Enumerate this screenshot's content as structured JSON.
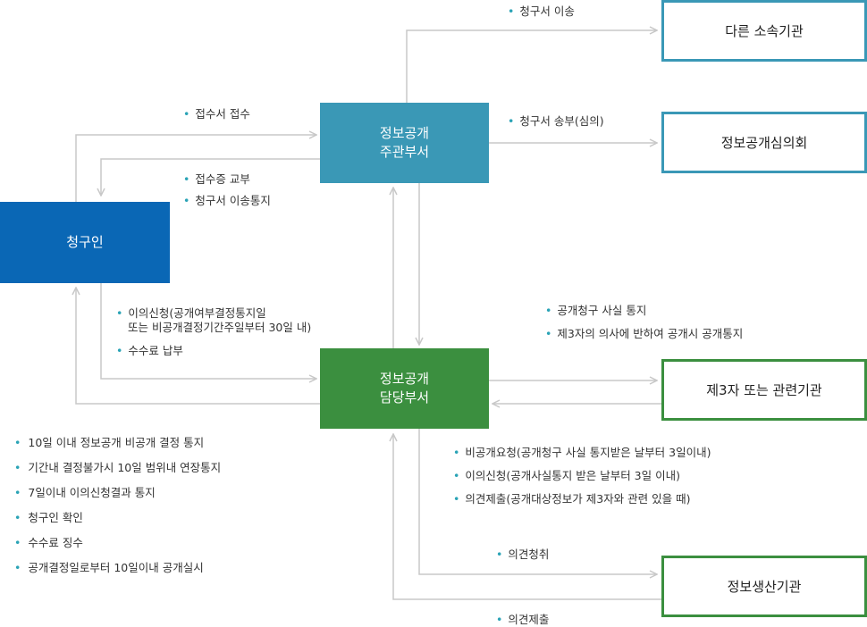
{
  "nodes": {
    "requester": "청구인",
    "main_dept": [
      "정보공개",
      "주관부서"
    ],
    "handling_dept": [
      "정보공개",
      "담당부서"
    ],
    "other_agency": "다른 소속기관",
    "committee": "정보공개심의회",
    "third_party": "제3자 또는 관련기관",
    "producer": "정보생산기관"
  },
  "labels": {
    "bill_transfer": "청구서 이송",
    "bill_send": "청구서 송부(심의)",
    "receipt_accept": "접수서 접수",
    "receipt_issue": "접수증 교부",
    "transfer_notice": "청구서 이송통지",
    "objection_1": "이의신청(공개여부결정통지일",
    "objection_2": "또는 비공개결정기간주일부터 30일 내)",
    "fee_pay": "수수료 납부",
    "public_notice": "공개청구 사실 통지",
    "third_party_notice": "제3자의 의사에 반하여 공개시 공개통지",
    "nondisclosure_req": "비공개요청(공개청구 사실 통지받은 날부터 3일이내)",
    "objection_tp": "이의신청(공개사실통지 받은 날부터 3일 이내)",
    "opinion_submit_tp": "의견제출(공개대상정보가 제3자와 관련 있을 때)",
    "opinion_hear": "의견청취",
    "opinion_submit": "의견제출"
  },
  "notes": [
    "10일 이내 정보공개 비공개 결정 통지",
    "기간내 결정불가시 10일 범위내 연장통지",
    "7일이내 이의신청결과 통지",
    "청구인 확인",
    "수수료 징수",
    "공개결정일로부터 10일이내 공개실시"
  ],
  "colors": {
    "requester": "#0a67b5",
    "main_dept": "#3a98b6",
    "handling_dept": "#3b8f3f",
    "teal_border": "#3a98b6",
    "green_border": "#3b8f3f",
    "arrow": "#c8c8c8",
    "bullet": "#2aa3b6"
  }
}
